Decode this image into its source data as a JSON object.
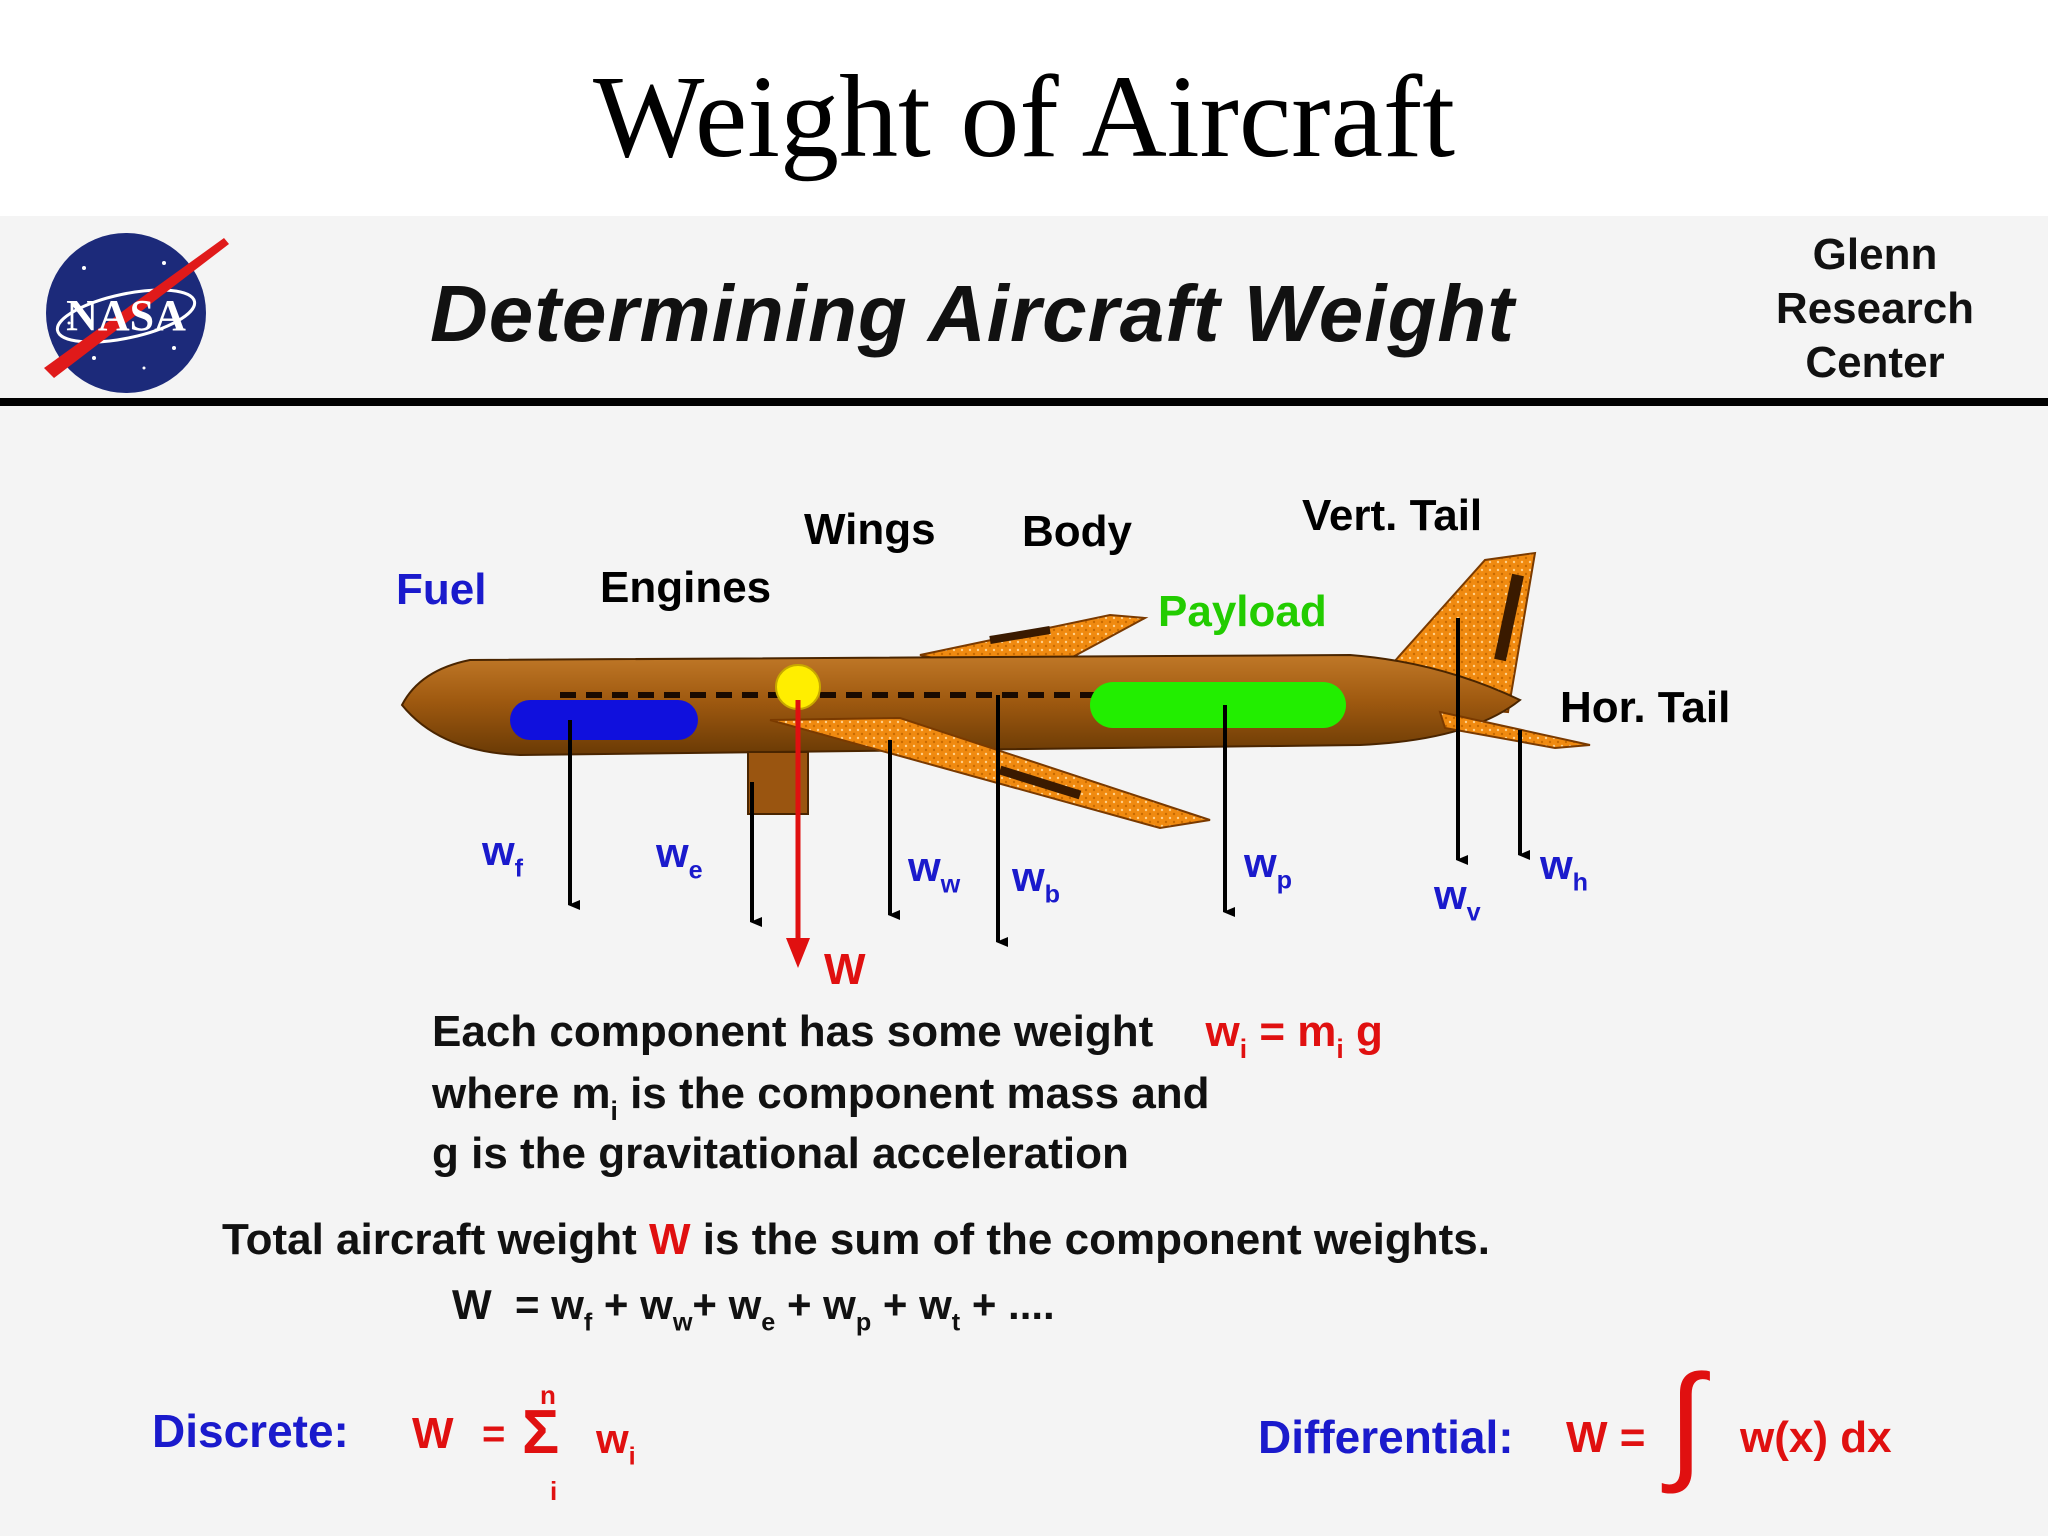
{
  "slide_title": "Weight of Aircraft",
  "banner": {
    "title": "Determining  Aircraft  Weight",
    "center_lines": [
      "Glenn",
      "Research",
      "Center"
    ],
    "logo_text": "NASA"
  },
  "labels": {
    "fuel": "Fuel",
    "engines": "Engines",
    "wings": "Wings",
    "body": "Body",
    "vert_tail": "Vert.  Tail",
    "payload": "Payload",
    "hor_tail": "Hor.  Tail"
  },
  "weights": {
    "wf": {
      "base": "w",
      "sub": "f"
    },
    "we": {
      "base": "w",
      "sub": "e"
    },
    "ww": {
      "base": "w",
      "sub": "w"
    },
    "wb": {
      "base": "w",
      "sub": "b"
    },
    "wp": {
      "base": "w",
      "sub": "p"
    },
    "wv": {
      "base": "w",
      "sub": "v"
    },
    "wh": {
      "base": "w",
      "sub": "h"
    },
    "total": "W"
  },
  "explanation": {
    "line1": "Each  component  has  some  weight",
    "formula_w": "w",
    "formula_i": "i",
    "formula_eq": "= m",
    "formula_i2": "i",
    "formula_g": "g",
    "line2_a": "where  m",
    "line2_i": "i",
    "line2_b": " is  the  component  mass  and",
    "line3": "g  is  the  gravitational  acceleration"
  },
  "total": {
    "a": "Total  aircraft  weight ",
    "w": "W",
    "b": " is the  sum  of  the  component   weights."
  },
  "sum_formula": {
    "W": "W",
    "eq": "= w",
    "f": "f",
    "p1": " +   w",
    "w": "w",
    "p2": "+  w",
    "e": "e",
    "p3": " + w",
    "p": "p",
    "p4": " + w",
    "t": "t",
    "p5": "  +   ...."
  },
  "discrete": {
    "label": "Discrete:",
    "W": "W",
    "eq": "=",
    "sigma": "Σ",
    "n": "n",
    "i_lower": "i",
    "w": "w",
    "i": "i"
  },
  "differential": {
    "label": "Differential:",
    "W": "W =",
    "integral": "∫",
    "expr": "w(x) dx"
  },
  "colors": {
    "label_blue": "#1a1acc",
    "formula_red": "#e01010",
    "payload_green": "#22cc00",
    "fuel_blue": "#1010dd",
    "cg_yellow": "#ffee00",
    "fuselage": "#a05a10",
    "wing_orange": "#f08a10"
  }
}
